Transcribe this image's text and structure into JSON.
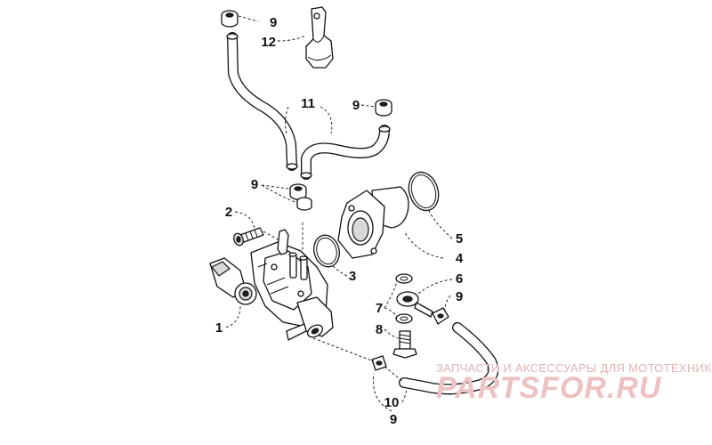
{
  "callouts": {
    "c1": "1",
    "c2": "2",
    "c3": "3",
    "c4": "4",
    "c5": "5",
    "c6": "6",
    "c7": "7",
    "c8": "8",
    "c9_top": "9",
    "c9_mid_right": "9",
    "c9_mid_left": "9",
    "c9_right": "9",
    "c9_bottom": "9",
    "c10": "10",
    "c11": "11",
    "c12": "12"
  },
  "watermark": {
    "tagline": "ЗАПЧАСТИ И АКСЕССУАРЫ ДЛЯ МОТОТЕХНИКИ",
    "brand": "PARTSFOR.RU"
  },
  "colors": {
    "line": "#111111",
    "background": "#ffffff",
    "watermark": "#e6b3b3"
  }
}
